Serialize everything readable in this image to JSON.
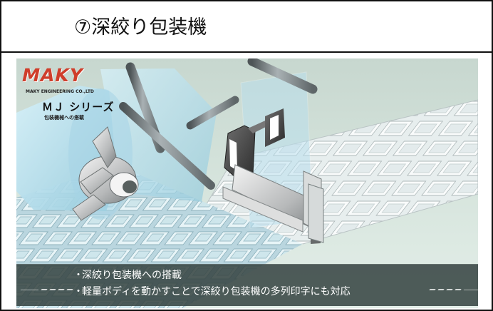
{
  "slide": {
    "title": "⑦深絞り包装機"
  },
  "logo": {
    "brand": "MAKY",
    "company": "MAKY ENGINEERING CO.,LTD",
    "series": "ＭＪ シリーズ",
    "series_sub": "包装機械への搭載"
  },
  "caption": {
    "bullet": "・",
    "lines": [
      "深絞り包装機への搭載",
      "軽量ボディを動かすことで深絞り包装機の多列印字にも対応"
    ]
  },
  "colors": {
    "brand_red": "#cf3e2b",
    "scene_background": "#d1e0d8",
    "caption_bar": "#344240",
    "film_blue": "#bfe5f2",
    "tray_white": "#f4f7f7"
  },
  "icons": {
    "roller": "roller-icon",
    "printer": "printer-icon",
    "film": "film-icon",
    "tray": "tray-icon"
  }
}
